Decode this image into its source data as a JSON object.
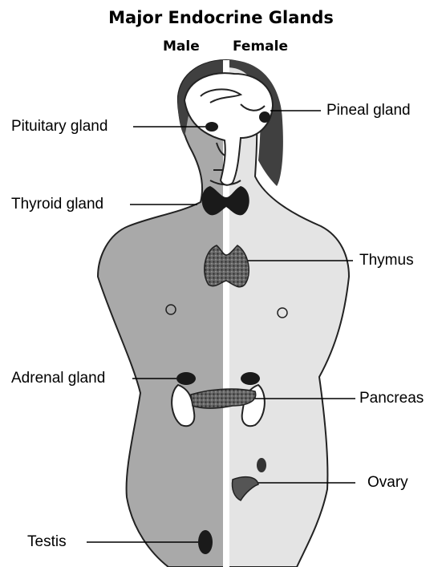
{
  "title": "Major Endocrine Glands",
  "sides": {
    "male": "Male",
    "female": "Female"
  },
  "labels": {
    "pituitary": "Pituitary gland",
    "thyroid": "Thyroid gland",
    "adrenal": "Adrenal gland",
    "testis": "Testis",
    "pineal": "Pineal gland",
    "thymus": "Thymus",
    "pancreas": "Pancreas",
    "ovary": "Ovary"
  },
  "colors": {
    "male_body": "#a9a9a9",
    "female_body": "#e4e4e4",
    "hair": "#404040",
    "gland": "#1a1a1a"
  }
}
